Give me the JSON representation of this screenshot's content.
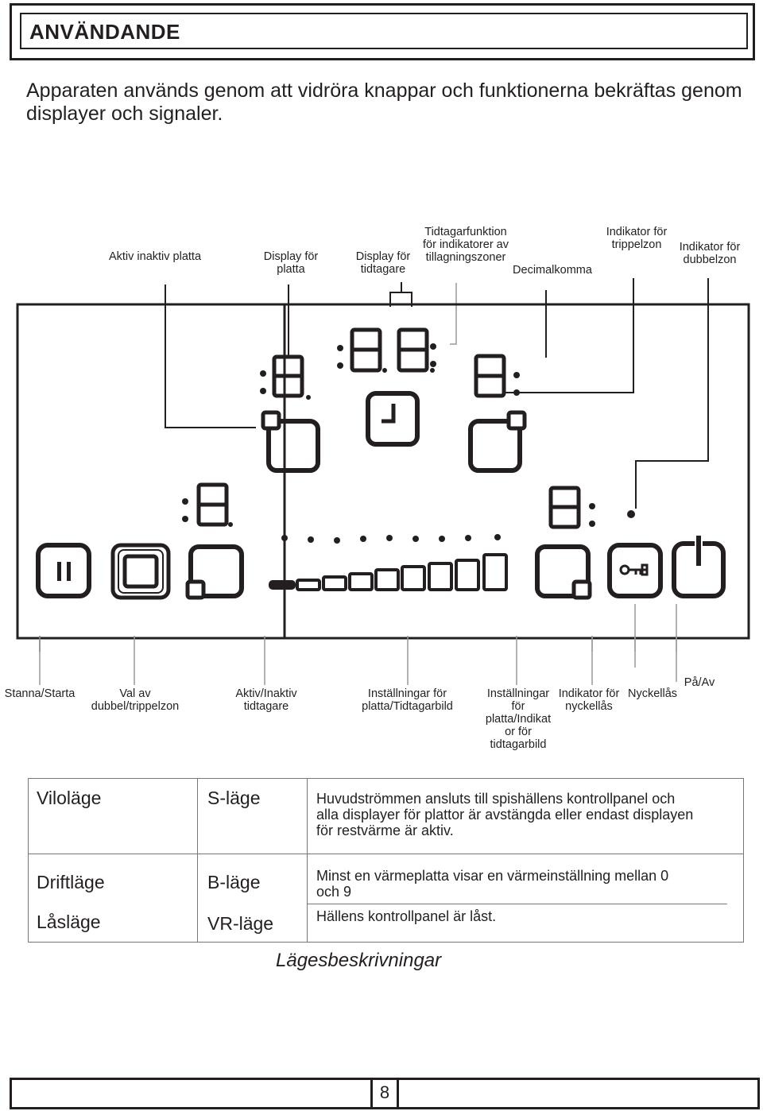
{
  "header": {
    "title": "ANVÄNDANDE"
  },
  "intro": {
    "text": "Apparaten används genom att vidröra knappar och funktionerna bekräftas genom displayer och signaler."
  },
  "top_labels": {
    "aktiv_inaktiv": "Aktiv inaktiv platta",
    "display_platta_1": "Display för",
    "display_platta_2": "platta",
    "display_tid_1": "Display för",
    "display_tid_2": "tidtagare",
    "tidfunk_1": "Tidtagarfunktion",
    "tidfunk_2": "för indikatorer av",
    "tidfunk_3": "tillagningszoner",
    "decimal": "Decimalkomma",
    "trippel_1": "Indikator för",
    "trippel_2": "trippelzon",
    "dubbel_1": "Indikator för",
    "dubbel_2": "dubbelzon"
  },
  "panel": {
    "digits_left": "8",
    "digits_timer": "88",
    "digits_right": "8",
    "digits_lower_left": "8",
    "digits_lower_right": "8",
    "icons": [
      "pause-icon",
      "dual-zone-icon",
      "zone-select-icon",
      "clock-icon",
      "zone-select-icon",
      "key-icon",
      "power-icon"
    ]
  },
  "bottom_labels": {
    "stanna": "Stanna/Starta",
    "val_1": "Val av",
    "val_2": "dubbel/trippelzon",
    "aktiv_1": "Aktiv/Inaktiv",
    "aktiv_2": "tidtagare",
    "inst1_1": "Inställningar för",
    "inst1_2": "platta/Tidtagarbild",
    "inst2_1": "Inställningar",
    "inst2_2": "för",
    "inst2_3": "platta/Indikat",
    "inst2_4": "or för",
    "inst2_5": "tidtagarbild",
    "indnyc_1": "Indikator för",
    "indnyc_2": "nyckellås",
    "nyckel": "Nyckellås",
    "paav": "På/Av"
  },
  "table": {
    "rows": [
      {
        "mode": "Viloläge",
        "code": "S-läge",
        "desc": [
          "Huvudströmmen ansluts till spishällens kontrollpanel och",
          "alla displayer för plattor är avstängda eller endast displayen",
          "för restvärme är aktiv."
        ]
      },
      {
        "mode": "Driftläge",
        "code": "B-läge",
        "desc": [
          "Minst en värmeplatta visar en värmeinställning mellan 0",
          "och 9"
        ]
      },
      {
        "mode": "Låsläge",
        "code": "VR-läge",
        "desc": [
          "Hällens kontrollpanel är låst."
        ]
      }
    ],
    "caption": "Lägesbeskrivningar"
  },
  "footer": {
    "page_number": "8"
  }
}
